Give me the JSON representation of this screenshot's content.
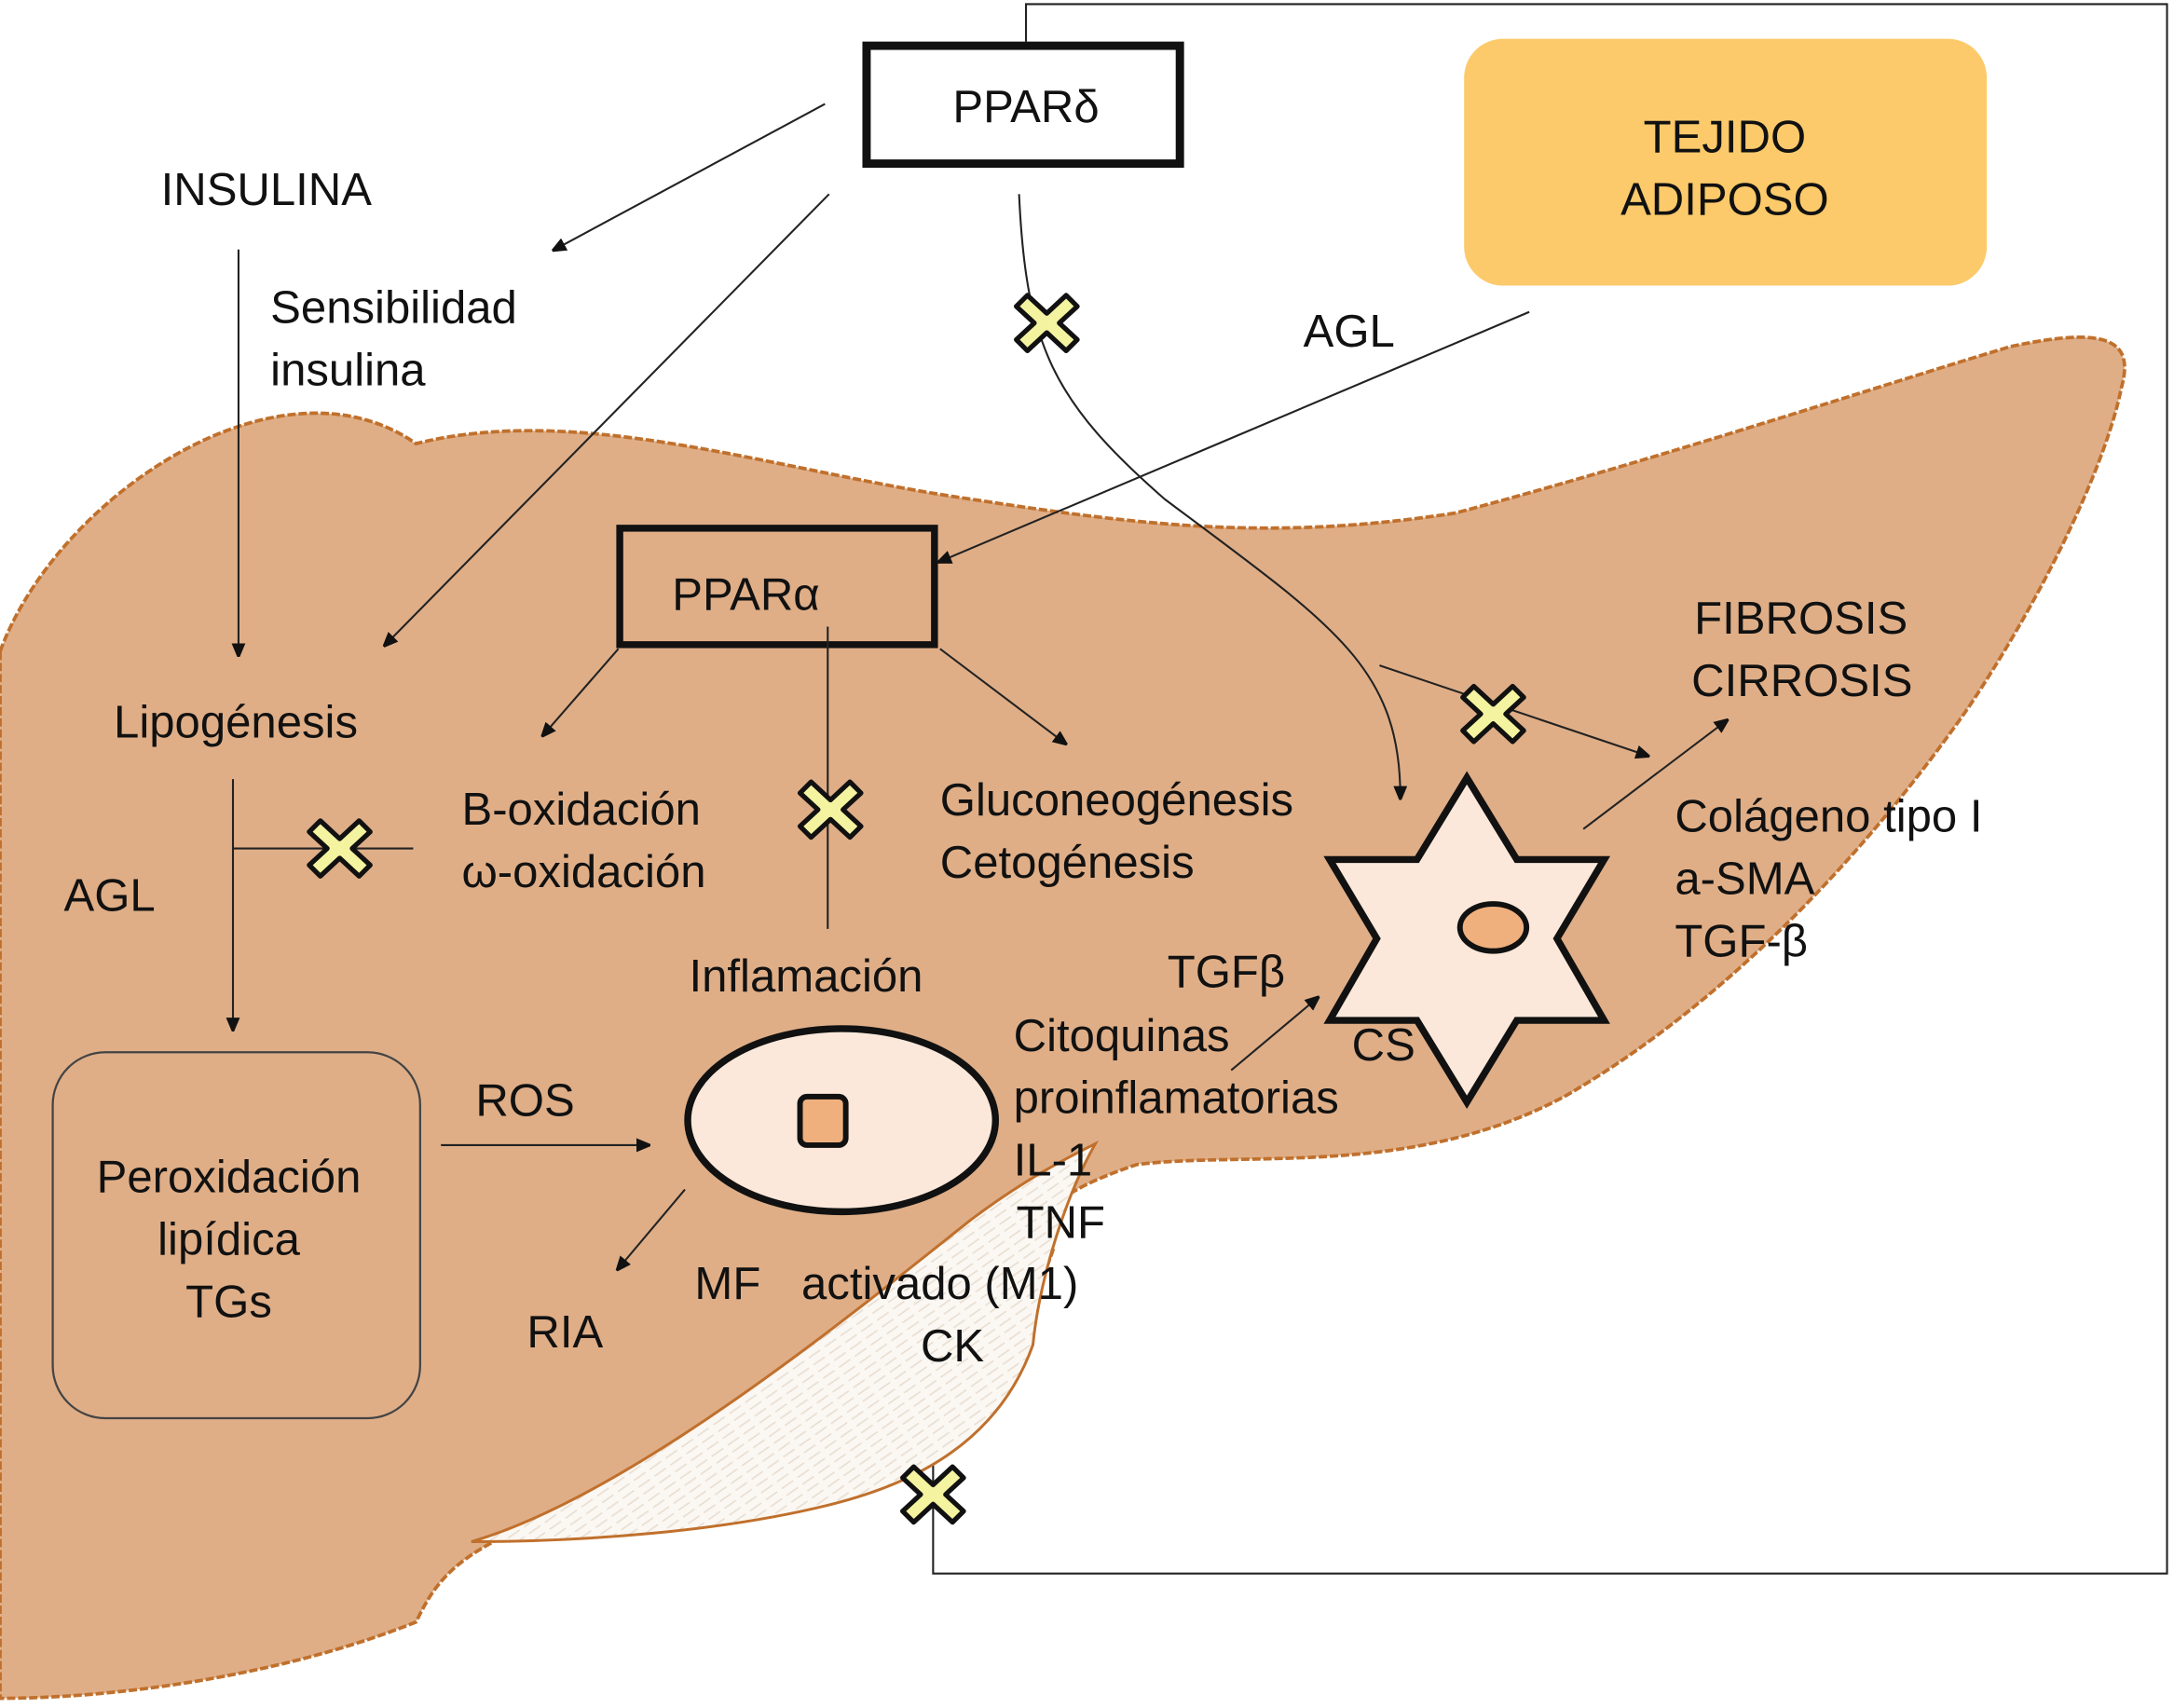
{
  "colors": {
    "liver": "#dfae87",
    "liver_border": "#c0702c",
    "adipose": "#fcca6a",
    "cell_fill": "#fbe8da",
    "nucleus": "#f0b07e",
    "block_marker": "#f4f3a0"
  },
  "nodes": {
    "ppar_delta": "PPARδ",
    "ppar_alpha": "PPARα",
    "tejido_adiposo": [
      "TEJIDO",
      "ADIPOSO"
    ],
    "insulina": "INSULINA",
    "sensibilidad": [
      "Sensibilidad",
      "insulina"
    ],
    "agl_top": "AGL",
    "agl_left": "AGL",
    "lipogenesis": "Lipogénesis",
    "oxidacion": [
      "B-oxidación",
      "ω-oxidación"
    ],
    "gluconeo": [
      "Gluconeogénesis",
      "Cetogénesis"
    ],
    "fibrosis": [
      "FIBROSIS",
      "CIRROSIS"
    ],
    "colageno": [
      "Colágeno tipo I",
      "a-SMA",
      "TGF-β"
    ],
    "inflamacion": "Inflamación",
    "tgfb": "TGFβ",
    "cs": "CS",
    "citoquinas": [
      "Citoquinas",
      "proinflamatorias",
      "IL-1",
      "TNF"
    ],
    "activado": "activado (M1)",
    "ck": "CK",
    "mf": "MF",
    "ros": "ROS",
    "ria": "RIA",
    "peroxidacion": [
      "Peroxidación",
      "lipídica",
      "TGs"
    ]
  }
}
